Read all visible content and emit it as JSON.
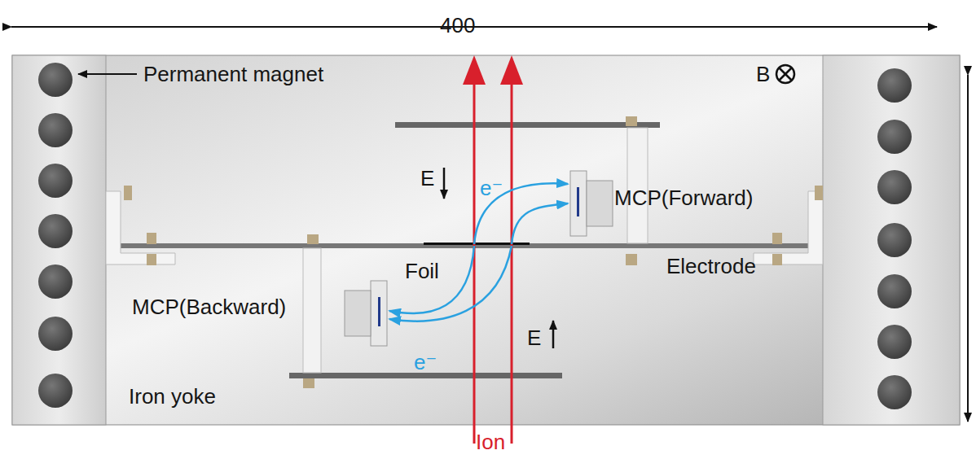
{
  "diagram": {
    "labels": [
      "400",
      "Permanent magnet",
      "B",
      "E",
      "e⁻",
      "MCP(Forward)",
      "Foil",
      "Electrode",
      "MCP(Backward)",
      "e⁻",
      "E",
      "Iron yoke",
      "Ion"
    ]
  }
}
